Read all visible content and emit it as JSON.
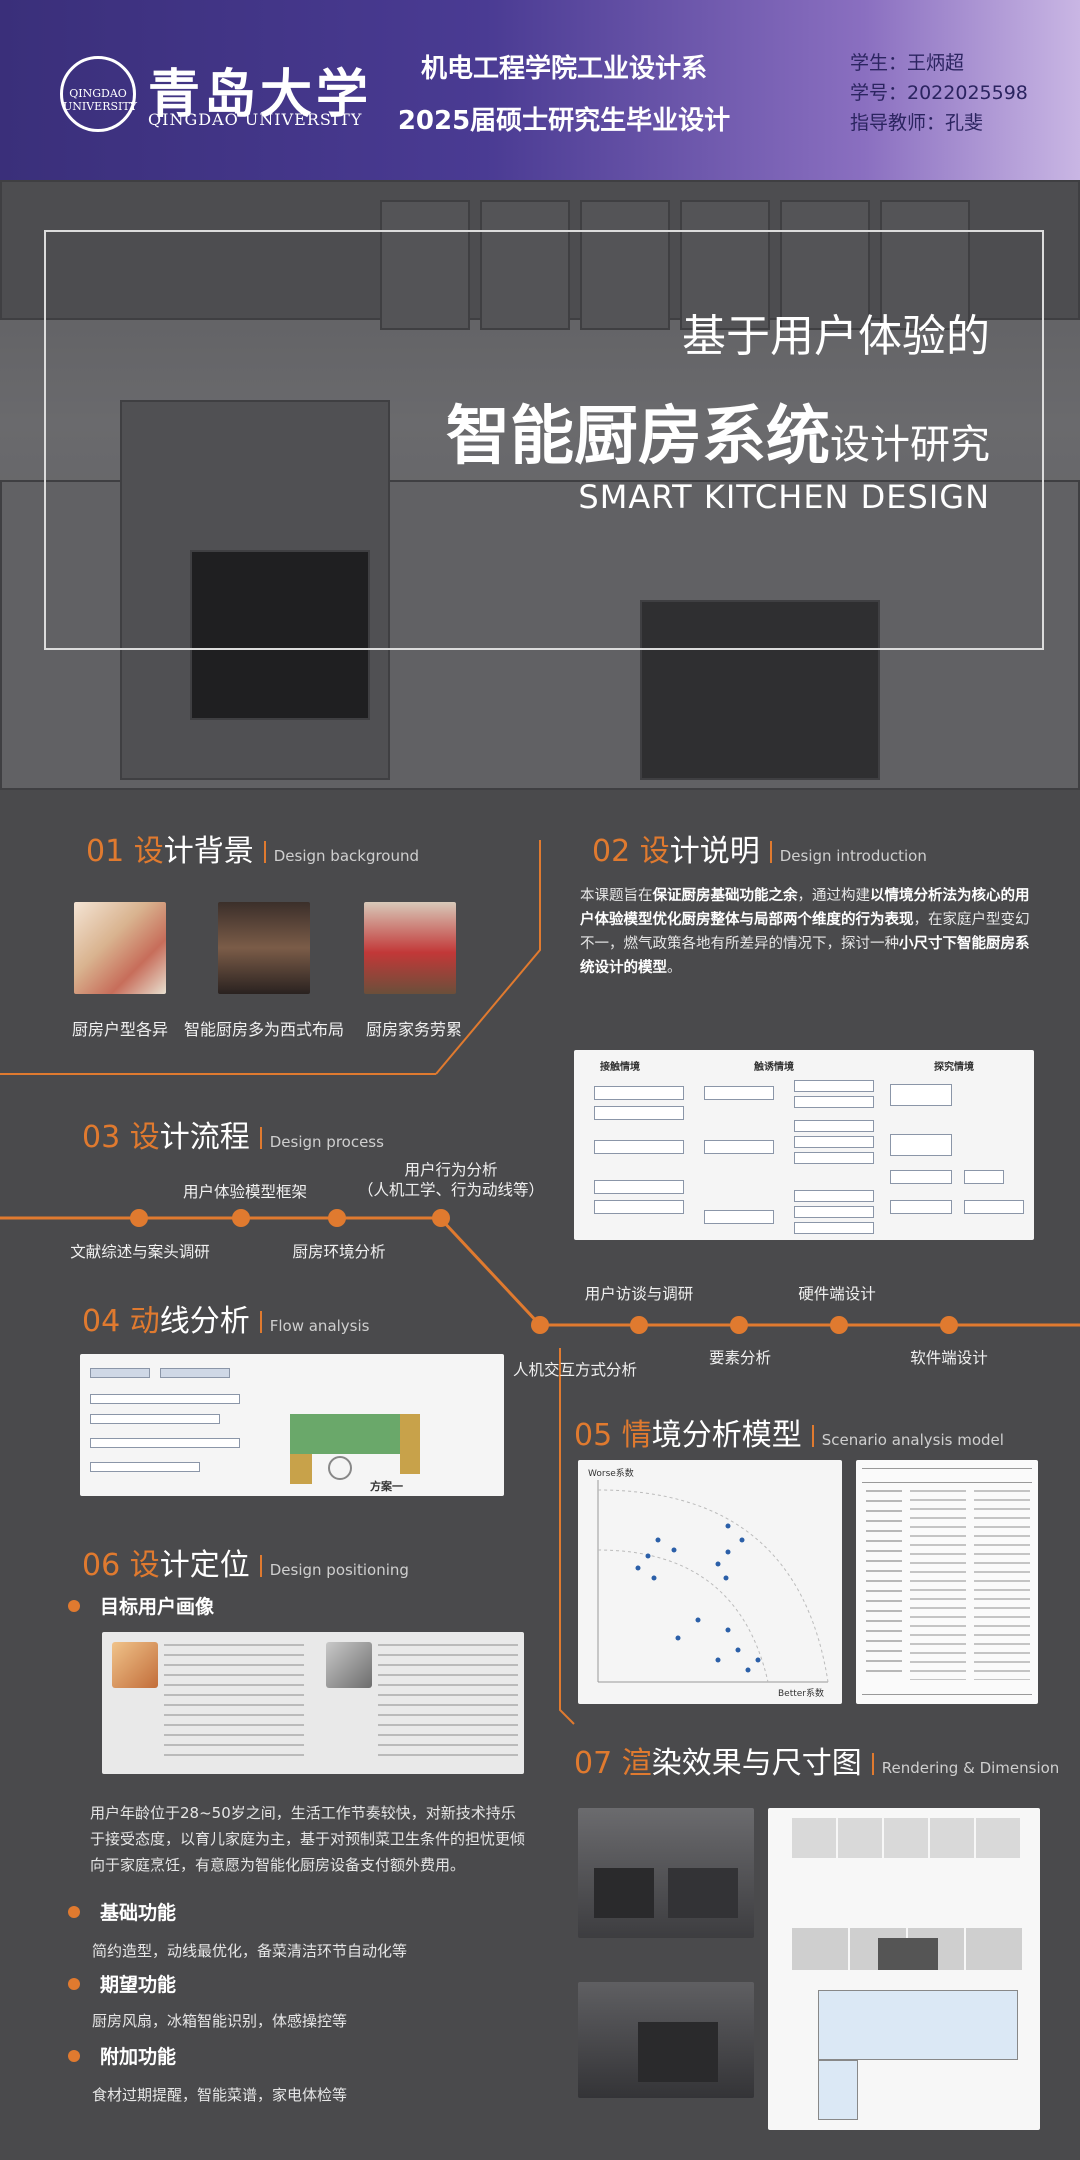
{
  "header": {
    "logo_small": "QINGDAO UNIVERSITY",
    "university_cn": "青岛大学",
    "university_en": "QINGDAO UNIVERSITY",
    "dept_line1": "机电工程学院工业设计系",
    "dept_line2": "2025届硕士研究生毕业设计",
    "student": "学生：王炳超",
    "student_id": "学号：2022025598",
    "advisor": "指导教师：孔斐"
  },
  "hero": {
    "line1": "基于用户体验的",
    "line2_big": "智能厨房系统",
    "line2_small": "设计研究",
    "en": "SMART KITCHEN DESIGN"
  },
  "sections": {
    "s01": {
      "num": "01",
      "c1": "设",
      "c2": "计背景",
      "en": "Design background"
    },
    "s02": {
      "num": "02",
      "c1": "设",
      "c2": "计说明",
      "en": "Design introduction"
    },
    "s03": {
      "num": "03",
      "c1": "设",
      "c2": "计流程",
      "en": "Design process"
    },
    "s04": {
      "num": "04",
      "c1": "动",
      "c2": "线分析",
      "en": "Flow analysis"
    },
    "s05": {
      "num": "05",
      "c1": "情",
      "c2": "境分析模型",
      "en": "Scenario analysis model"
    },
    "s06": {
      "num": "06",
      "c1": "设",
      "c2": "计定位",
      "en": "Design positioning"
    },
    "s07": {
      "num": "07",
      "c1": "渲",
      "c2": "染效果与尺寸图",
      "en": "Rendering & Dimension"
    }
  },
  "background": {
    "captions": [
      "厨房户型各异",
      "智能厨房多为西式布局",
      "厨房家务劳累"
    ]
  },
  "intro": {
    "p1": "本课题旨在",
    "b1": "保证厨房基础功能之余",
    "p2": "，通过构建",
    "b2": "以情境分析法为核心的用户体验模型优化厨房整体与局部两个维度的行为表现",
    "p3": "，在家庭户型变幻不一，燃气政策各地有所差异的情况下，探讨一种",
    "b3": "小尺寸下智能厨房系统设计的模型",
    "p4": "。"
  },
  "process": {
    "nodes": [
      "文献综述与案头调研",
      "用户体验模型框架",
      "厨房环境分析",
      "用户行为分析\n（人机工学、行为动线等）",
      "人机交互方式分析",
      "用户访谈与调研",
      "要素分析",
      "硬件端设计",
      "软件端设计"
    ]
  },
  "positioning": {
    "target_title": "目标用户画像",
    "desc": "用户年龄位于28~50岁之间，生活工作节奏较快，对新技术持乐于接受态度，以育儿家庭为主，基于对预制菜卫生条件的担忧更倾向于家庭烹饪，有意愿为智能化厨房设备支付额外费用。",
    "items": [
      {
        "title": "基础功能",
        "text": "简约造型，动线最优化，备菜清洁环节自动化等"
      },
      {
        "title": "期望功能",
        "text": "厨房风扇，冰箱智能识别，体感操控等"
      },
      {
        "title": "附加功能",
        "text": "食材过期提醒，智能菜谱，家电体检等"
      }
    ]
  },
  "diagram_labels": {
    "flow_left": "接触情境",
    "flow_mid": "触诱情境",
    "flow_right": "探究情境",
    "scatter_top": "Worse系数",
    "scatter_bottom": "Better系数",
    "flow_plan": "方案一"
  },
  "colors": {
    "accent": "#e07a2f",
    "bg": "#4a4a4c"
  }
}
